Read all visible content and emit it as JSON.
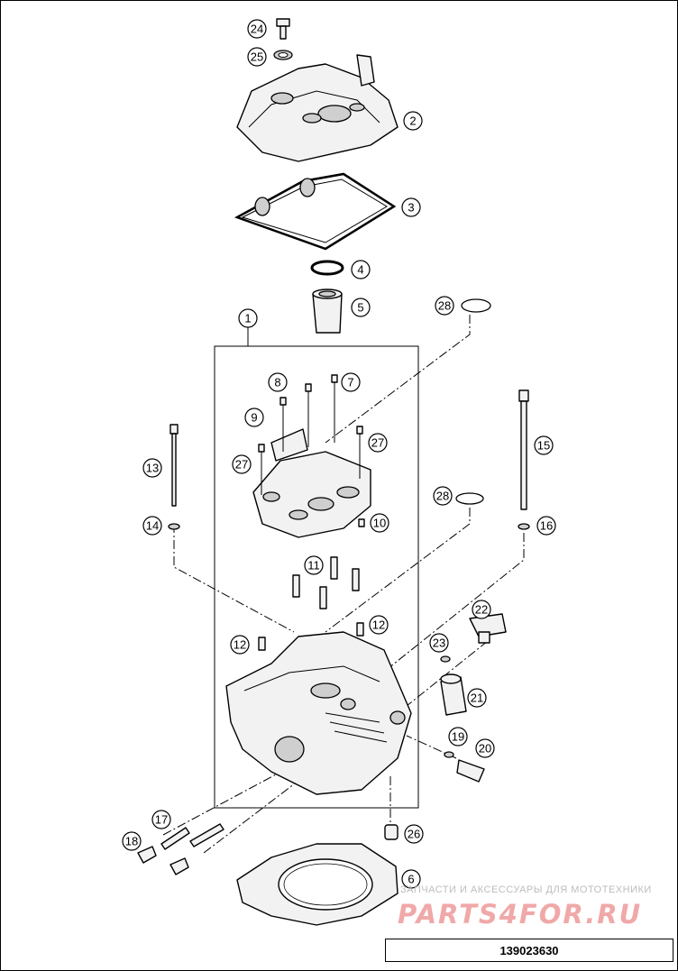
{
  "callouts": [
    {
      "label": "1"
    },
    {
      "label": "2"
    },
    {
      "label": "3"
    },
    {
      "label": "4"
    },
    {
      "label": "5"
    },
    {
      "label": "6"
    },
    {
      "label": "7"
    },
    {
      "label": "8"
    },
    {
      "label": "9"
    },
    {
      "label": "10"
    },
    {
      "label": "11"
    },
    {
      "label": "12"
    },
    {
      "label": "12"
    },
    {
      "label": "13"
    },
    {
      "label": "14"
    },
    {
      "label": "15"
    },
    {
      "label": "16"
    },
    {
      "label": "17"
    },
    {
      "label": "18"
    },
    {
      "label": "19"
    },
    {
      "label": "20"
    },
    {
      "label": "21"
    },
    {
      "label": "22"
    },
    {
      "label": "23"
    },
    {
      "label": "24"
    },
    {
      "label": "25"
    },
    {
      "label": "26"
    },
    {
      "label": "27"
    },
    {
      "label": "27"
    },
    {
      "label": "28"
    },
    {
      "label": "28"
    }
  ],
  "watermark": {
    "tagline": "ЗАПЧАСТИ И АКСЕССУАРЫ ДЛЯ МОТОТЕХНИКИ",
    "brand": "PARTS4FOR.RU"
  },
  "document_number": "139023630"
}
